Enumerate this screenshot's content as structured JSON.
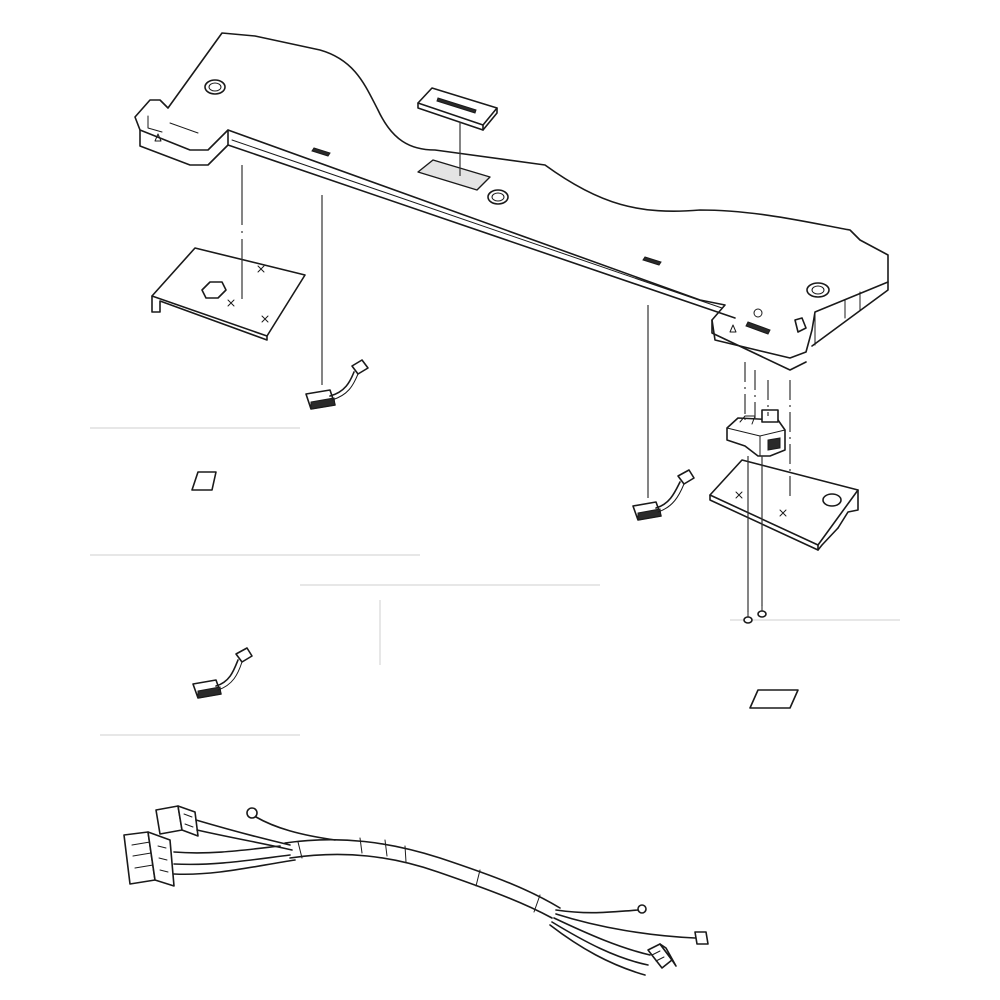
{
  "figure": {
    "type": "exploded-parts-diagram",
    "background": "#ffffff",
    "line_color": "#1a1a1a",
    "parts": [
      "main-housing-plate",
      "housing-center-cover",
      "left-mounting-bracket",
      "right-mounting-bracket",
      "switch-actuator-assembly",
      "sensor-connector-left",
      "sensor-connector-right",
      "sensor-connector-lower",
      "foam-pad-left",
      "foam-pad-right",
      "screws",
      "wire-harness"
    ]
  }
}
